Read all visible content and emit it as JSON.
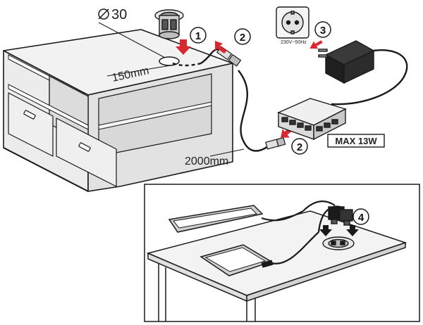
{
  "diagram": {
    "labels": {
      "diameter": "30",
      "inset_length": "150mm",
      "cable_length": "2000mm",
      "voltage": "230V~50Hz",
      "max_power": "MAX 13W"
    },
    "steps": [
      "1",
      "2",
      "2",
      "3",
      "4"
    ],
    "colors": {
      "arrow": "#d9282f",
      "line": "#1a1a1a",
      "fill_light": "#f2f2f2",
      "fill_mid": "#d6d6d6",
      "fill_dark": "#2a2a2a"
    }
  }
}
